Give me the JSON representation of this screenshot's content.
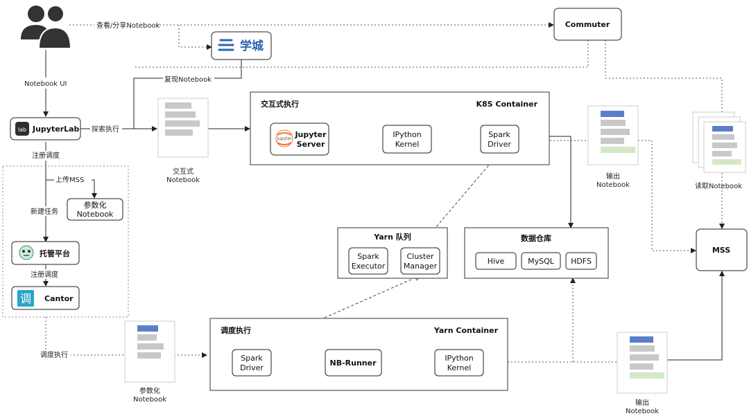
{
  "people_label": "Notebook UI",
  "share_label": "查看/分享Notebook",
  "reproduce_label": "复现Notebook",
  "explore_label": "探索执行",
  "register_label": "注册调度",
  "upload_label": "上传MSS",
  "new_task_label": "新建任务",
  "register2_label": "注册调度",
  "schedule_exec_label": "调度执行",
  "commuter": "Commuter",
  "xuecheng": "学城",
  "jupyterlab": "JupyterLab",
  "lab_badge": "lab",
  "param_nb": [
    "参数化",
    "Notebook"
  ],
  "tuoguan": "托管平台",
  "cantor": "Cantor",
  "cantor_glyph": "调",
  "interactive_nb": [
    "交互式",
    "Notebook"
  ],
  "param_nb_doc": [
    "参数化",
    "Notebook"
  ],
  "interactive_exec": {
    "title": "交互式执行",
    "tag": "K8S Container",
    "jupyter_server": [
      "Jupyter",
      "Server"
    ],
    "jupyter_logo_text": "jupyter",
    "ipython": [
      "IPython",
      "Kernel"
    ],
    "spark_driver": [
      "Spark",
      "Driver"
    ]
  },
  "output_nb_top": [
    "输出",
    "Notebook"
  ],
  "read_nb": "读取Notebook",
  "mss": "MSS",
  "yarn_queue": {
    "title": "Yarn 队列",
    "executor": [
      "Spark",
      "Executor"
    ],
    "manager": [
      "Cluster",
      "Manager"
    ]
  },
  "warehouse": {
    "title": "数据仓库",
    "items": [
      "Hive",
      "MySQL",
      "HDFS"
    ]
  },
  "schedule_exec": {
    "title": "调度执行",
    "tag": "Yarn Container",
    "spark_driver": [
      "Spark",
      "Driver"
    ],
    "nb_runner": "NB-Runner",
    "ipython": [
      "IPython",
      "Kernel"
    ]
  },
  "output_nb_bottom": [
    "输出",
    "Notebook"
  ],
  "colors": {
    "doc_blue": "#5b7ec9",
    "doc_gray": "#c8c8c8",
    "doc_green": "#d4e8c8",
    "logo_blue": "#2b63b8",
    "teal": "#2aa5c9",
    "lab_bg": "#2e2e2e"
  }
}
